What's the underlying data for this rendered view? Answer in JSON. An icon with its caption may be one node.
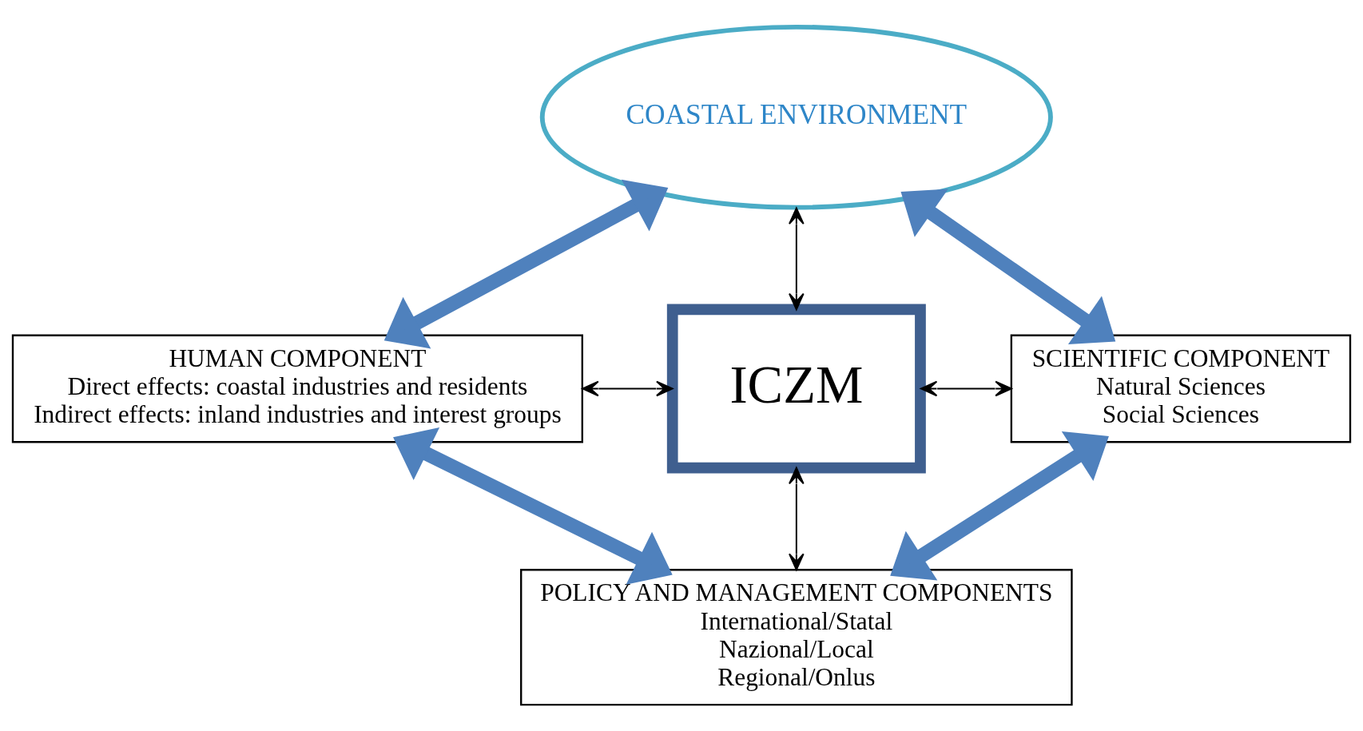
{
  "diagram": {
    "nodes": [
      {
        "text": [
          "COASTAL ENVIRONMENT"
        ]
      },
      {
        "text": [
          "HUMAN COMPONENT",
          "Direct effects: coastal industries and residents",
          "Indirect effects: inland industries and interest groups"
        ]
      },
      {
        "text": [
          "ICZM"
        ]
      },
      {
        "text": [
          "SCIENTIFIC COMPONENT",
          "Natural Sciences",
          "Social Sciences"
        ]
      },
      {
        "text": [
          "POLICY AND MANAGEMENT COMPONENTS",
          "International/Statal",
          "Nazional/Local",
          "Regional/Onlus"
        ]
      }
    ],
    "edges": [
      {
        "from": 1,
        "to": 0,
        "arrow": "both",
        "style": "thick",
        "color": "#4f81bd"
      },
      {
        "from": 0,
        "to": 3,
        "arrow": "both",
        "style": "thick",
        "color": "#4f81bd"
      },
      {
        "from": 2,
        "to": 0,
        "arrow": "both",
        "color": "#000000"
      },
      {
        "from": 1,
        "to": 2,
        "arrow": "both",
        "color": "#000000"
      },
      {
        "from": 2,
        "to": 3,
        "arrow": "both",
        "color": "#000000"
      },
      {
        "from": 2,
        "to": 4,
        "arrow": "both",
        "color": "#000000"
      },
      {
        "from": 1,
        "to": 4,
        "arrow": "both",
        "style": "thick",
        "color": "#4f81bd"
      },
      {
        "from": 3,
        "to": 4,
        "arrow": "both",
        "style": "thick",
        "color": "#4f81bd"
      }
    ]
  }
}
